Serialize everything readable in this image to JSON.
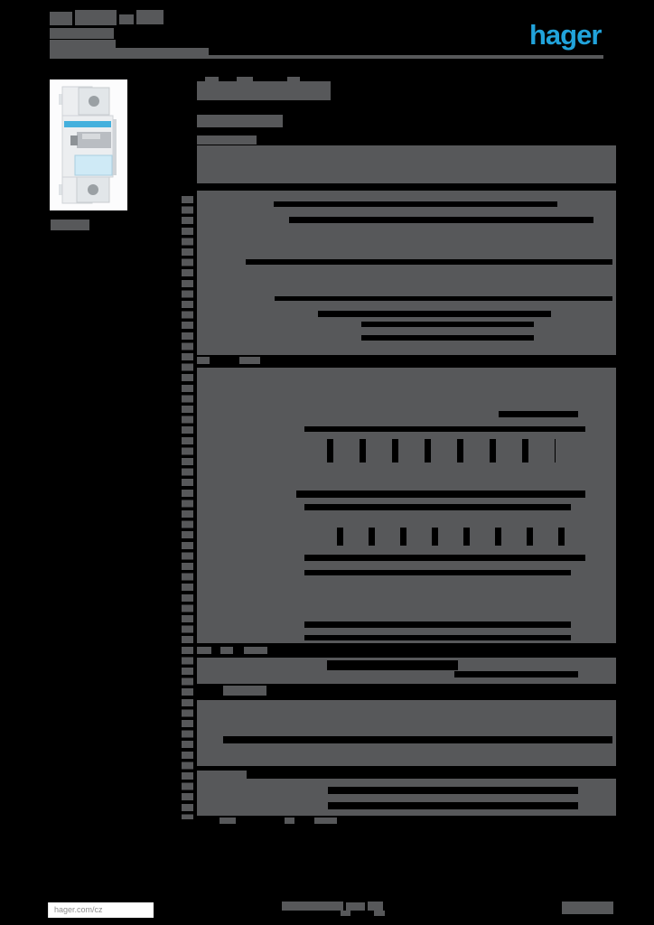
{
  "brand": {
    "logo_text": "hager",
    "logo_color": "#21a3db"
  },
  "document": {
    "type": "product-datasheet-page",
    "background_color": "#000000",
    "redacted_text_color": "#57585a"
  },
  "product_photo": {
    "subject": "1-pole miniature circuit breaker",
    "label_strip_color": "#44b0dd",
    "toggle_color": "#cfeaf6",
    "body_color": "#eceef0"
  },
  "footer": {
    "website": "hager.com/cz"
  }
}
